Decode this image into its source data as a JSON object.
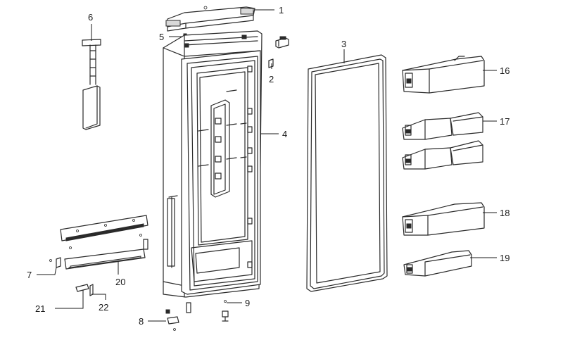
{
  "diagram": {
    "type": "exploded-parts-view",
    "callouts": {
      "c1": "1",
      "c2": "2",
      "c3": "3",
      "c4": "4",
      "c5": "5",
      "c6": "6",
      "c7": "7",
      "c8": "8",
      "c9": "9",
      "c16": "16",
      "c17": "17",
      "c18": "18",
      "c19": "19",
      "c20": "20",
      "c21": "21",
      "c22": "22"
    }
  }
}
